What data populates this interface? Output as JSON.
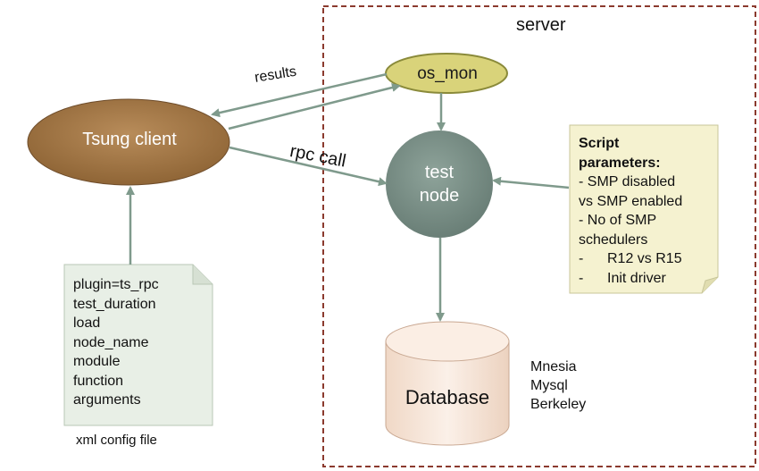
{
  "server": {
    "title": "server"
  },
  "edges": {
    "results": "results",
    "rpc_call": "rpc call"
  },
  "tsung_client": {
    "label": "Tsung client"
  },
  "os_mon": {
    "label": "os_mon"
  },
  "test_node": {
    "line1": "test",
    "line2": "node"
  },
  "database": {
    "label": "Database",
    "types": [
      "Mnesia",
      "Mysql",
      "Berkeley"
    ]
  },
  "config_file": {
    "lines": [
      "plugin=ts_rpc",
      "test_duration",
      "load",
      "node_name",
      "module",
      "function",
      "arguments"
    ],
    "caption": "xml config file"
  },
  "script_params": {
    "title_line1": "Script",
    "title_line2": "parameters:",
    "lines": [
      "- SMP disabled",
      "vs SMP enabled",
      "- No of SMP",
      "schedulers",
      "-      R12 vs R15",
      "-      Init driver"
    ]
  },
  "colors": {
    "tsung_fill": "#a57a4a",
    "osmon_fill": "#d9d37a",
    "testnode_fill": "#7c9088",
    "db_fill": "#f5e4d6",
    "note_fill": "#f5f2d0",
    "config_fill": "#e8efe6",
    "arrow": "#7f9a8c",
    "server_border": "#8b3a2e"
  }
}
